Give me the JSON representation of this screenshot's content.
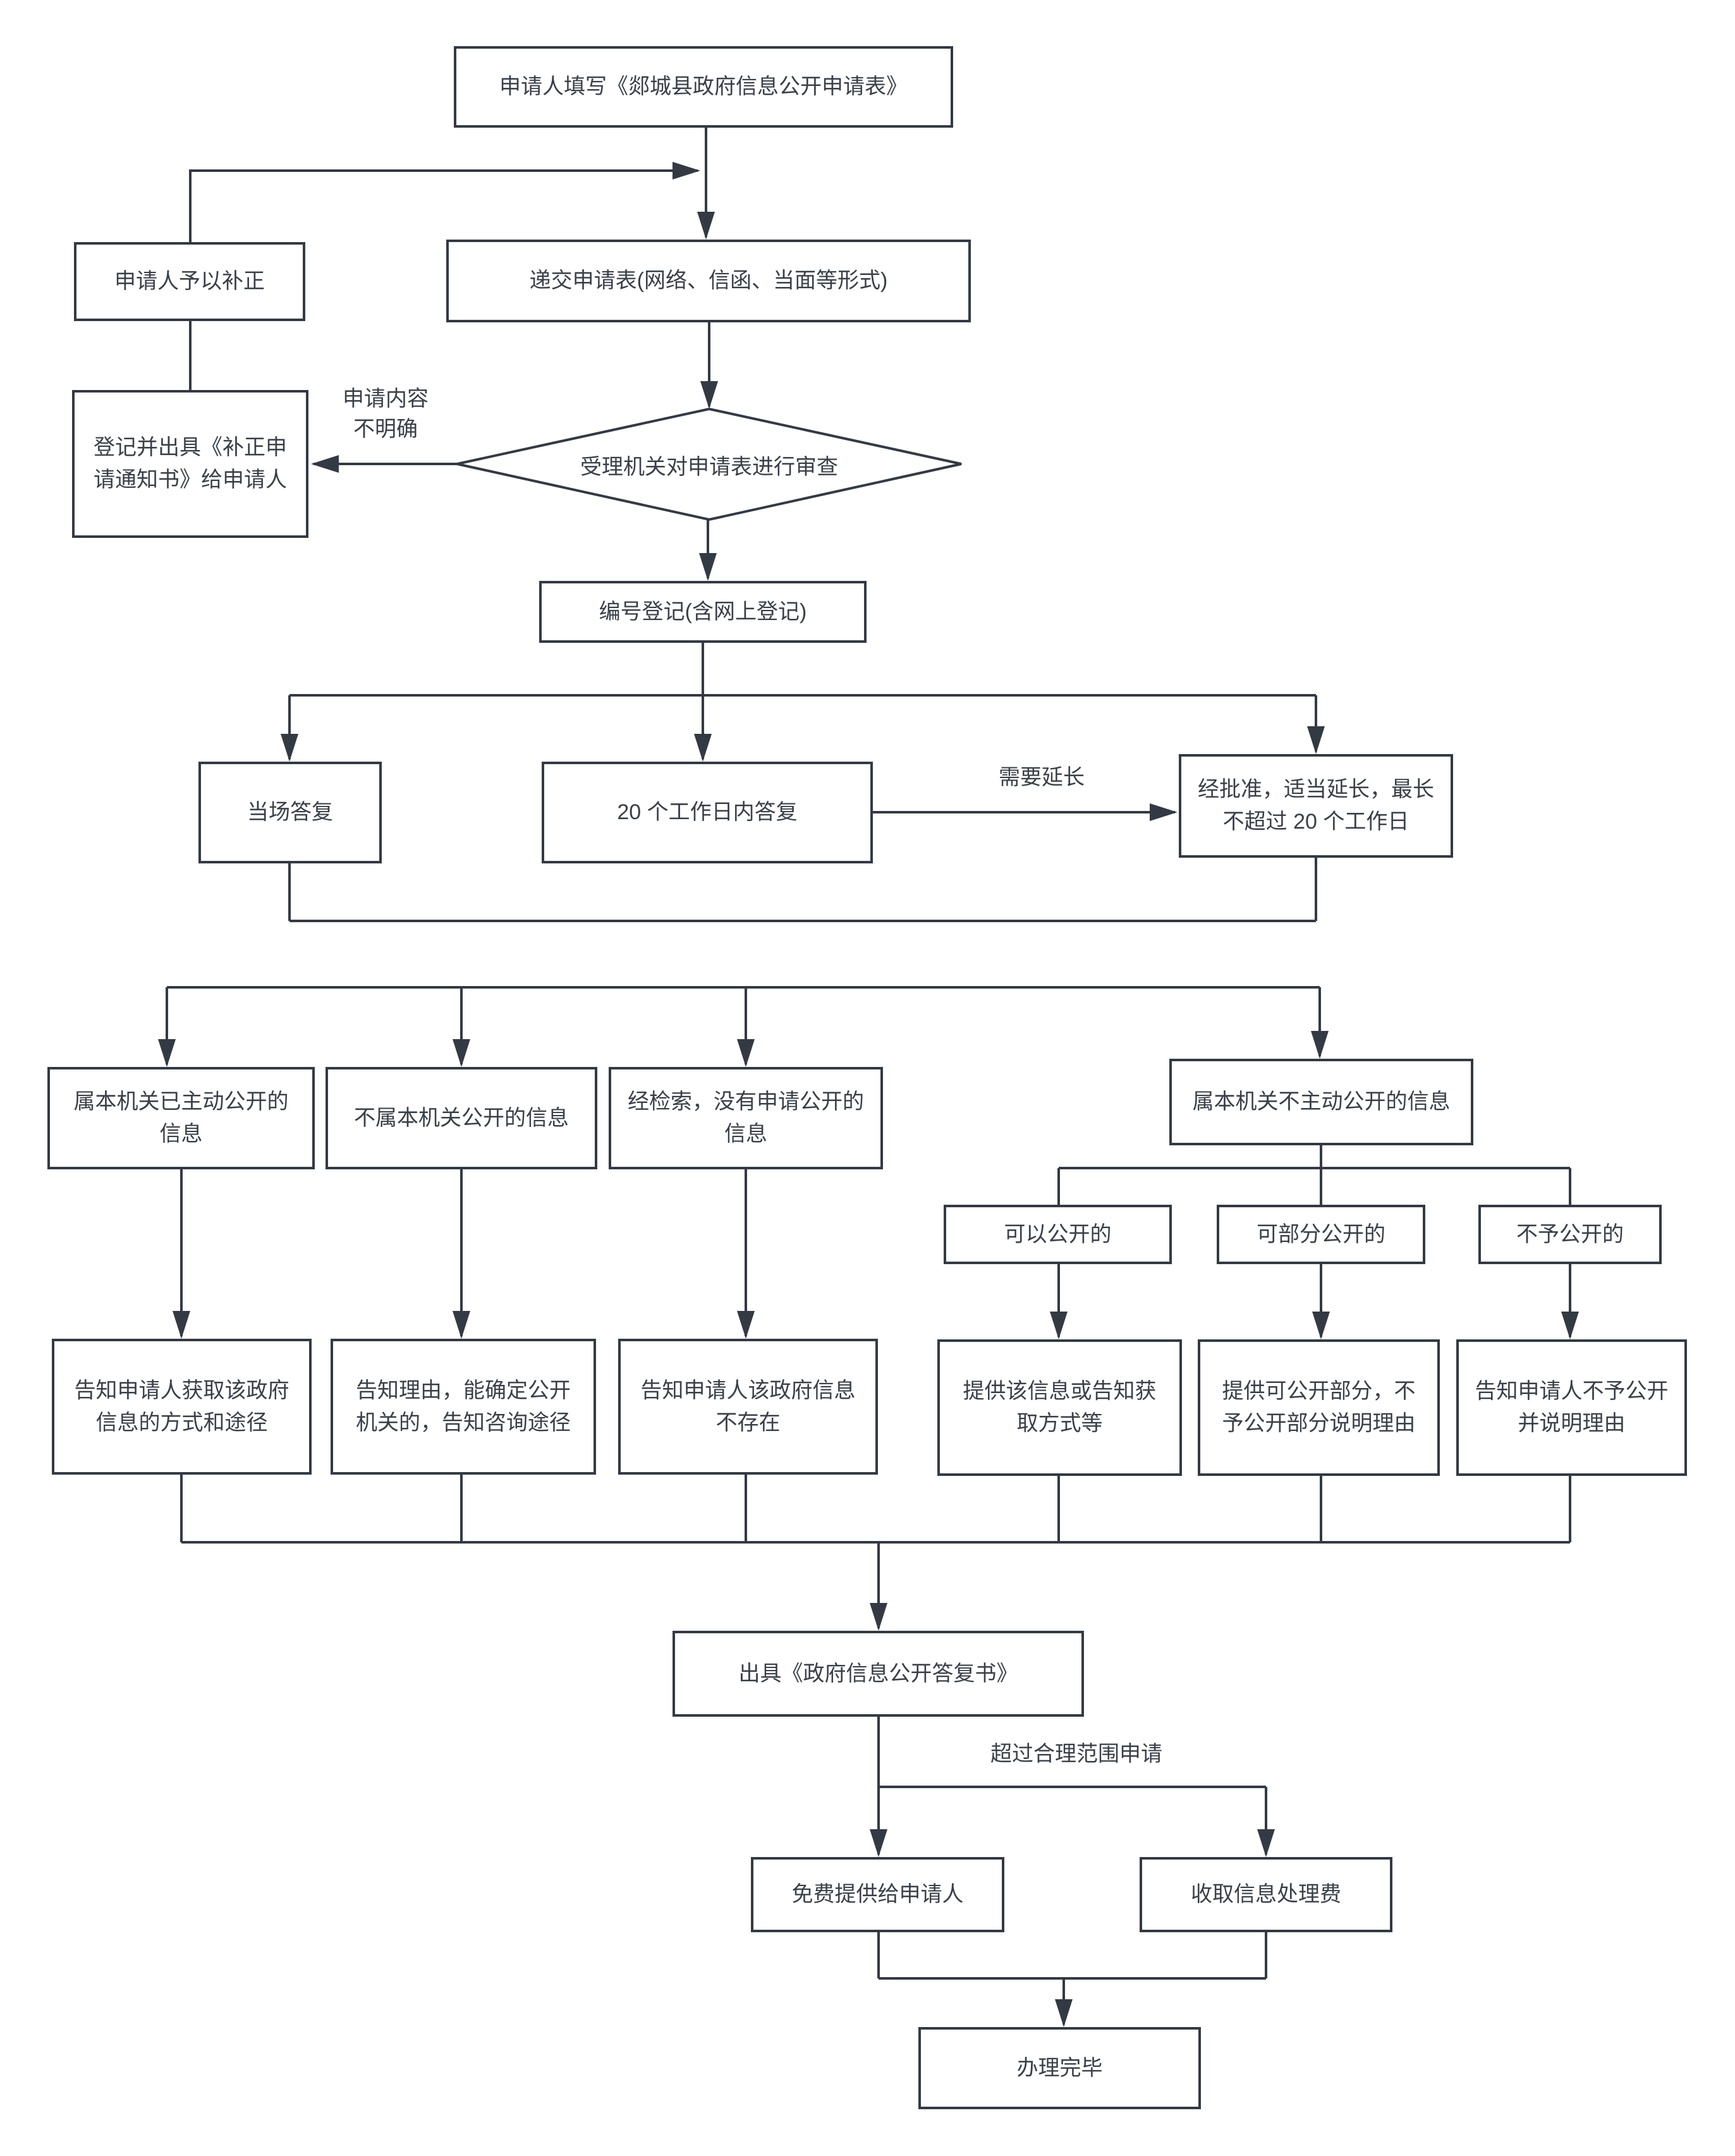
{
  "flowchart": {
    "nodes": {
      "fill_form": {
        "label": "申请人填写《郯城县政府信息公开申请表》",
        "shape": "rect"
      },
      "supplement": {
        "label": "申请人予以补正",
        "shape": "rect"
      },
      "submit": {
        "label": "递交申请表(网络、信函、当面等形式)",
        "shape": "rect"
      },
      "review": {
        "label": "受理机关对申请表进行审查",
        "shape": "diamond"
      },
      "notice": {
        "label": "登记并出具《补正申请通知书》给申请人",
        "shape": "rect"
      },
      "register": {
        "label": "编号登记(含网上登记)",
        "shape": "rect"
      },
      "onspot": {
        "label": "当场答复",
        "shape": "rect"
      },
      "within20": {
        "label": "20 个工作日内答复",
        "shape": "rect"
      },
      "extend": {
        "label": "经批准，适当延长，最长不超过 20 个工作日",
        "shape": "rect"
      },
      "branch_proactive": {
        "label": "属本机关已主动公开的信息",
        "shape": "rect"
      },
      "branch_not_this_org": {
        "label": "不属本机关公开的信息",
        "shape": "rect"
      },
      "branch_not_found": {
        "label": "经检索，没有申请公开的信息",
        "shape": "rect"
      },
      "branch_not_proactive": {
        "label": "属本机关不主动公开的信息",
        "shape": "rect"
      },
      "can_open": {
        "label": "可以公开的",
        "shape": "rect"
      },
      "partial_open": {
        "label": "可部分公开的",
        "shape": "rect"
      },
      "no_open": {
        "label": "不予公开的",
        "shape": "rect"
      },
      "outcome_way": {
        "label": "告知申请人获取该政府信息的方式和途径",
        "shape": "rect"
      },
      "outcome_reason": {
        "label": "告知理由，能确定公开机关的，告知咨询途径",
        "shape": "rect"
      },
      "outcome_not_exist": {
        "label": "告知申请人该政府信息不存在",
        "shape": "rect"
      },
      "outcome_provide": {
        "label": "提供该信息或告知获取方式等",
        "shape": "rect"
      },
      "outcome_partial": {
        "label": "提供可公开部分，不予公开部分说明理由",
        "shape": "rect"
      },
      "outcome_refuse": {
        "label": "告知申请人不予公开并说明理由",
        "shape": "rect"
      },
      "reply_doc": {
        "label": "出具《政府信息公开答复书》",
        "shape": "rect"
      },
      "free": {
        "label": "免费提供给申请人",
        "shape": "rect"
      },
      "fee": {
        "label": "收取信息处理费",
        "shape": "rect"
      },
      "done": {
        "label": "办理完毕",
        "shape": "rect"
      }
    },
    "edge_labels": {
      "unclear": "申请内容\n不明确",
      "need_extend": "需要延长",
      "over_scope": "超过合理范围申请"
    },
    "colors": {
      "line": "#333a43",
      "border": "#333a43",
      "text": "#3a4048",
      "background": "#ffffff"
    }
  }
}
